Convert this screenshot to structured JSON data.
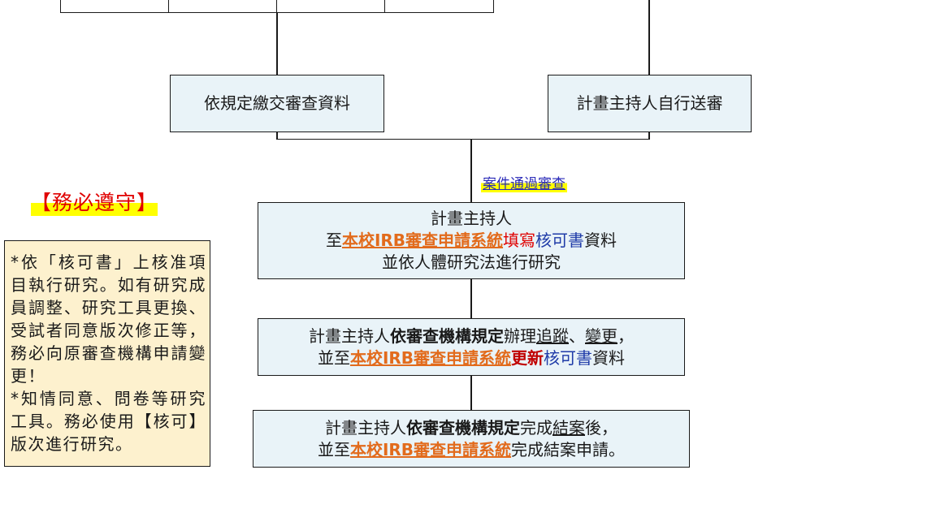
{
  "top_box": {
    "cells": [
      "",
      "",
      "",
      ""
    ]
  },
  "box_submit": {
    "text": "依規定繳交審查資料"
  },
  "box_self": {
    "text": "計畫主持人自行送審"
  },
  "edge_label": {
    "text": "案件通過審查"
  },
  "warning": {
    "title": "【務必遵守】"
  },
  "note": {
    "line1": "*依「核可書」上核准項目執行研究。如有研究成員調整、研究工具更換、受試者同意版次修正等，務必向原審查機構申請變更！",
    "line2": "*知情同意、問卷等研究工具。務必使用【核可】版次進行研究。"
  },
  "step1": {
    "line1": "計畫主持人",
    "l2_pre": "至",
    "l2_system": "本校IRB審查申請系統",
    "l2_fill": "填寫",
    "l2_approval": "核可書",
    "l2_post": "資料",
    "line3": "並依人體研究法進行研究"
  },
  "step2": {
    "l1_pre": "計畫主持人",
    "l1_rule": "依審查機構規定",
    "l1_mid": "辦理",
    "l1_track": "追蹤",
    "l1_sep": "、",
    "l1_change": "變更",
    "l1_end": "，",
    "l2_pre": "並至",
    "l2_system": "本校IRB審查申請系統",
    "l2_update": "更新",
    "l2_approval": "核可書",
    "l2_post": "資料"
  },
  "step3": {
    "l1_pre": "計畫主持人",
    "l1_rule": "依審查機構規定",
    "l1_mid": "完成",
    "l1_close": "結案",
    "l1_end": "後，",
    "l2_pre": "並至",
    "l2_system": "本校IRB審查申請系統",
    "l2_post": "完成結案申請。"
  },
  "colors": {
    "box_fill": "#e9f3f8",
    "note_fill": "#fdf1ce",
    "system_link": "#e26b1c",
    "emphasis_red": "#c00000",
    "approval_blue": "#1f3ba8",
    "highlight": "#ffff00"
  }
}
